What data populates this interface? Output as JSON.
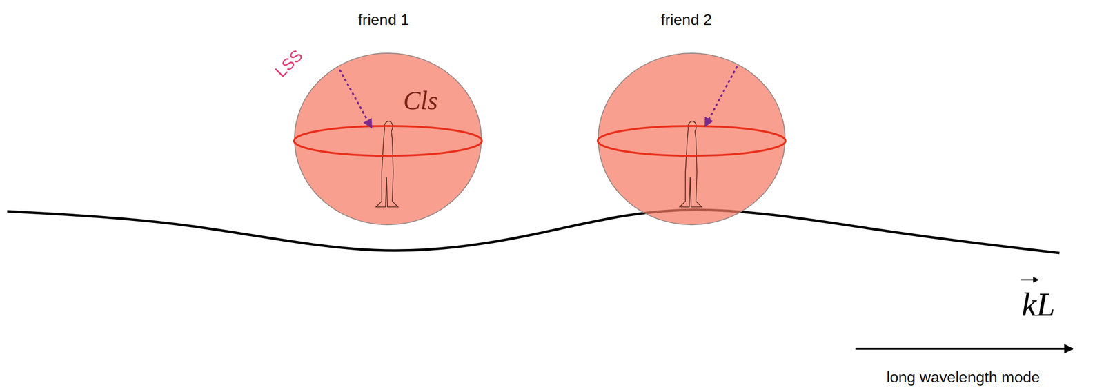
{
  "diagram": {
    "nodes": [
      {
        "text": [
          "friend 1"
        ]
      },
      {
        "text": [
          "friend 2"
        ]
      }
    ],
    "labels": [
      "LSS",
      "Cls",
      "kL",
      "long wavelength mode"
    ]
  }
}
